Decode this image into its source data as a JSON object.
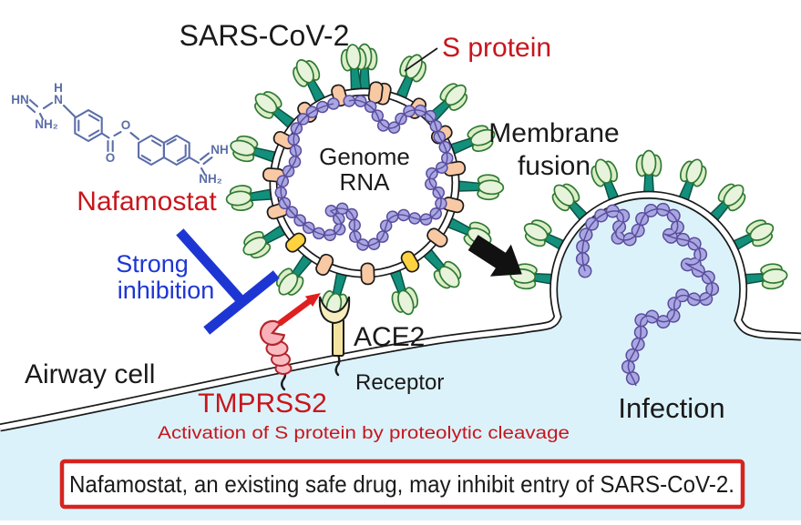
{
  "figure": {
    "title": "SARS-CoV-2",
    "virus": {
      "s_protein_label": "S protein",
      "genome_line1": "Genome",
      "genome_line2": "RNA"
    },
    "drug": {
      "name": "Nafamostat",
      "inhibition_line1": "Strong",
      "inhibition_line2": "inhibition",
      "chem": {
        "hn": "HN",
        "nh2_guanidine": "NH₂",
        "h": "H",
        "n": "N",
        "o_carbonyl": "O",
        "o_ester": "O",
        "nh": "NH",
        "nh2_amidine": "NH₂"
      }
    },
    "cell": {
      "label": "Airway cell",
      "tmprss2_label": "TMPRSS2",
      "ace2_label": "ACE2",
      "receptor_label": "Receptor",
      "activation_note": "Activation of S protein by proteolytic cleavage"
    },
    "fusion": {
      "membrane_line1": "Membrane",
      "membrane_line2": "fusion",
      "infection_label": "Infection"
    },
    "conclusion": "Nafamostat, an existing safe drug, may inhibit entry of SARS-CoV-2.",
    "colors": {
      "red_text": "#c7161d",
      "blue": "#1d36d3",
      "chem_blue": "#5b6ea8",
      "cytoplasm": "#dcf2fa",
      "spike_head": "#dcedc8",
      "spike_stem": "#12907b",
      "membrane_protein": "#f9c9a4",
      "membrane_protein_alt": "#ffd23f",
      "rna_bead": "#a8a7e2",
      "rna_outline": "#5a4c9c",
      "tmprss2_pink": "#f9b1b7",
      "ace2_yellow": "#f8edbe",
      "box_border": "#d6231f",
      "arrow_black": "#111111",
      "arrow_red": "#e02020"
    }
  }
}
